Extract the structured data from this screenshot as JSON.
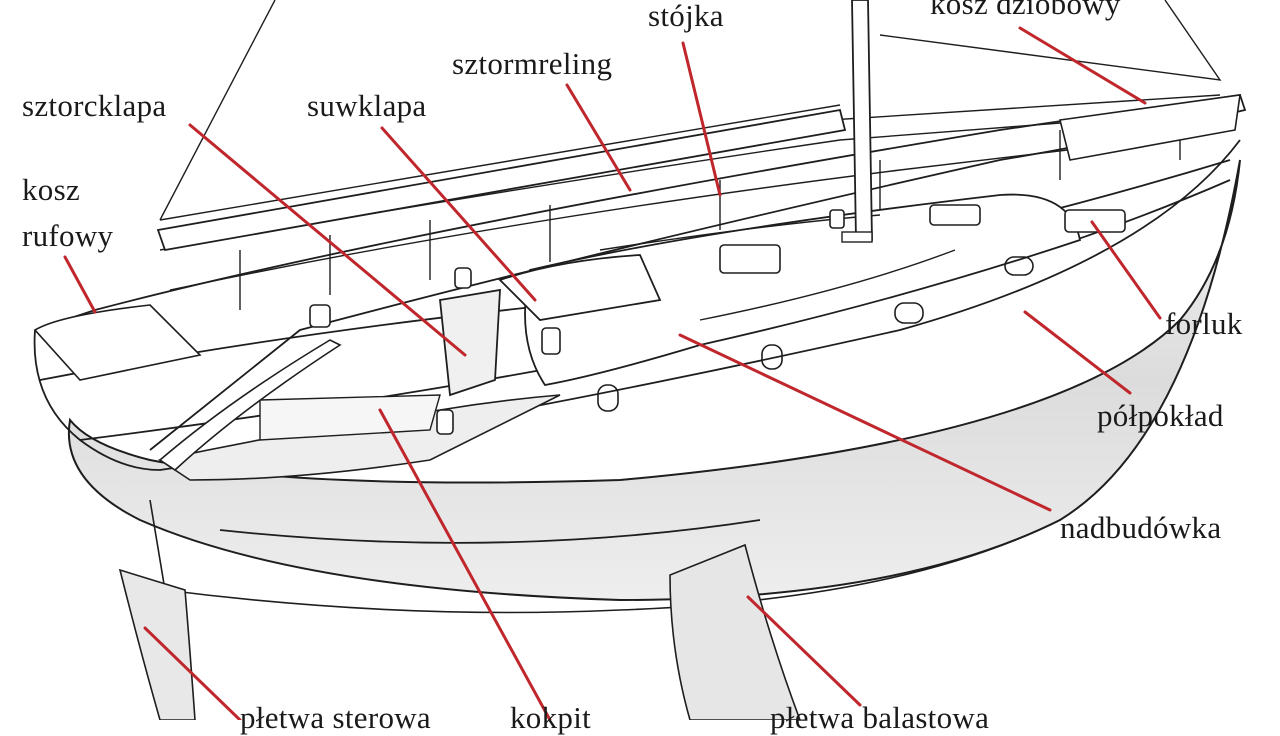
{
  "labels": {
    "kosz_dziobowy": "kosz dziobowy",
    "stojka": "stójka",
    "sztormreling": "sztormreling",
    "sztorcklapa": "sztorcklapa",
    "suwklapa": "suwklapa",
    "kosz_rufowy_1": "kosz",
    "kosz_rufowy_2": "rufowy",
    "forluk": "forluk",
    "polpoklad": "półpokład",
    "nadbudowka": "nadbudówka",
    "bottom_left": "płetwa sterowa",
    "bottom_mid": "kokpit",
    "bottom_right": "płetwa balastowa"
  },
  "colors": {
    "leader": "#c0272d",
    "outline": "#1e1e1e",
    "hull_shade": "#d9d9d9"
  }
}
